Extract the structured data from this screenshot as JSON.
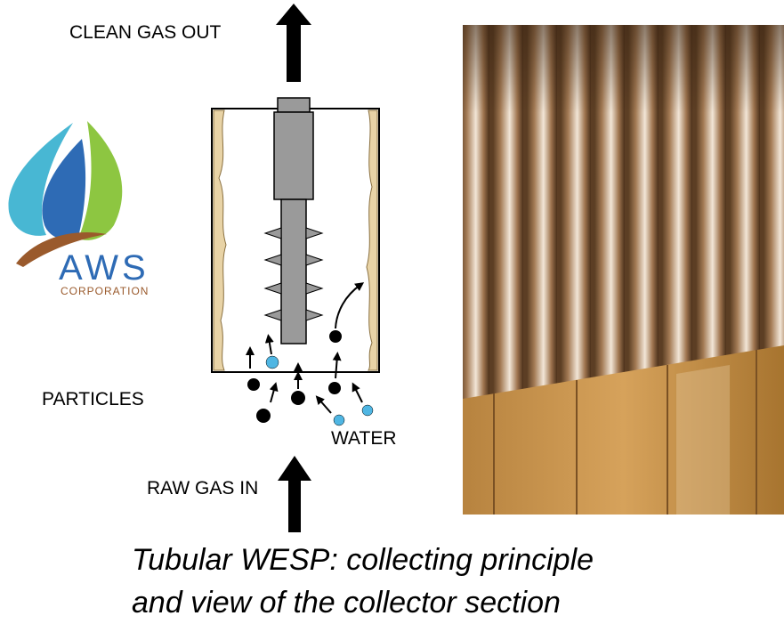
{
  "labels": {
    "clean_gas_out": "CLEAN GAS OUT",
    "particles": "PARTICLES",
    "water": "WATER",
    "raw_gas_in": "RAW GAS IN"
  },
  "logo": {
    "brand": "AWS",
    "sub": "CORPORATION"
  },
  "caption": {
    "line1": "Tubular WESP: collecting principle",
    "line2": "and view of the collector section"
  },
  "colors": {
    "electrode_gray": "#9a9a9a",
    "water_droplet": "#4fb6e3",
    "logo_blue": "#2e6bb5",
    "logo_green": "#8dc641",
    "logo_cyan": "#48b7d3",
    "logo_brown": "#9a5a2c"
  }
}
